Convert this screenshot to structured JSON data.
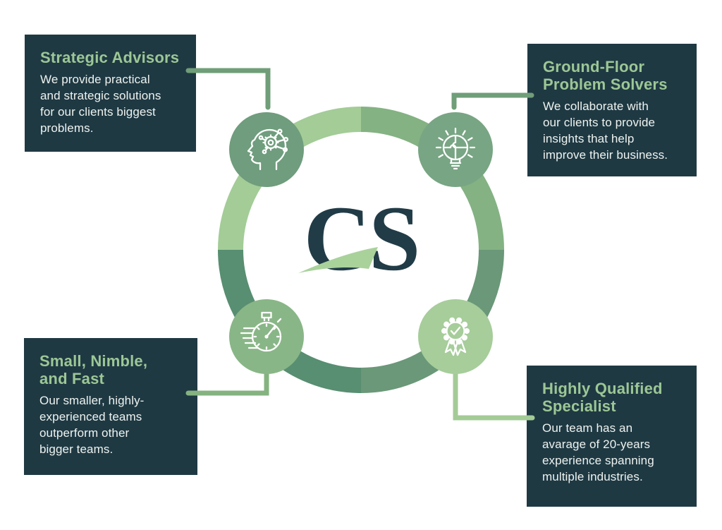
{
  "logo": {
    "text": "CS"
  },
  "boxes": {
    "top_left": {
      "title": "Strategic Advisors",
      "body": "We provide practical\nand strategic solutions\nfor our clients biggest\nproblems."
    },
    "top_right": {
      "title": "Ground-Floor\nProblem Solvers",
      "body": "We collaborate with\nour clients to provide\ninsights that help\nimprove their business."
    },
    "bottom_left": {
      "title": "Small, Nimble,\nand Fast",
      "body": "Our smaller, highly-\nexperienced teams\noutperform other\nbigger teams."
    },
    "bottom_right": {
      "title": "Highly Qualified\nSpecialist",
      "body": "Our team has an\navarage of 20-years\nexperience spanning\nmultiple industries."
    }
  },
  "icons": {
    "top_left": "head-gear-icon",
    "top_right": "lightbulb-puzzle-icon",
    "bottom_left": "stopwatch-icon",
    "bottom_right": "award-ribbon-icon"
  },
  "colors": {
    "background": "#ffffff",
    "box_bg": "#1f3943",
    "title_green": "#9cc795",
    "body_text": "#eef3f0",
    "ring_tr": "#84b283",
    "ring_br": "#6a9878",
    "ring_bl": "#588e71",
    "ring_tl": "#a3cc97",
    "circle_tl": "#6f9d7d",
    "circle_tr": "#78a583",
    "circle_bl": "#89b687",
    "circle_br": "#a6cd9a",
    "conn_tl": "#6f9e78",
    "conn_tr": "#6f9e78",
    "conn_bl": "#84b380",
    "conn_br": "#a3cb96",
    "logo_navy": "#213c47",
    "swoosh_green": "#a9d29b"
  }
}
